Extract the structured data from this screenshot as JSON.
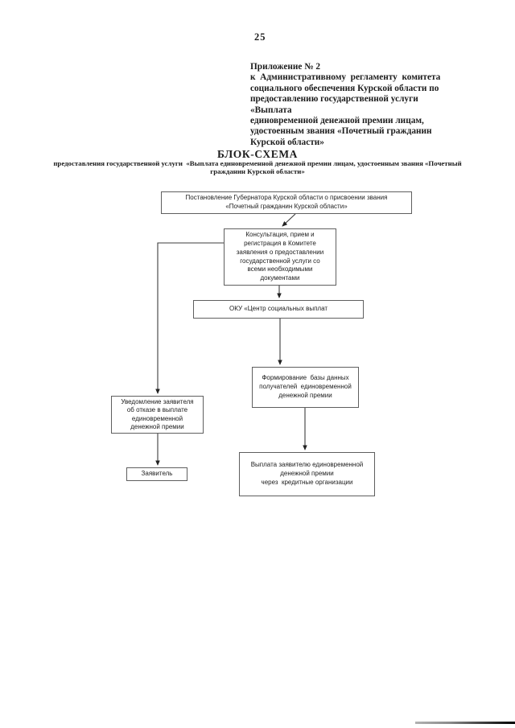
{
  "page": {
    "number": "25"
  },
  "appendix": {
    "text": "Приложение № 2\nк  Административному  регламенту  комитета\nсоциального обеспечения Курской области по\nпредоставлению государственной услуги «Выплата\nединовременной денежной премии лицам,\nудостоенным звания «Почетный гражданин\nКурской области»"
  },
  "title": "БЛОК-СХЕМА",
  "subtitle": "предоставления государственной услуги  «Выплата единовременной денежной премии лицам, удостоенным звания «Почетный\nгражданин Курской области»",
  "flowchart": {
    "nodes": {
      "resolution": "Постановление Губернатора Курской области о присвоении звания\n«Почетный гражданин Курской области»",
      "consultation": "Консультация, прием и\nрегистрация в Комитете\nзаявления о предоставлении\nгосударственной услуги со\nвсеми необходимыми\nдокументами",
      "oku": "ОКУ «Центр социальных выплат",
      "database": "Формирование  базы данных\nполучателей  единовременной\nденежной премии",
      "notice": "Уведомление заявителя\nоб отказе в выплате\nединовременной\nденежной премии",
      "applicant": "Заявитель",
      "payment": "Выплата заявителю единовременной\nденежной премии\nчерез  кредитные организации"
    }
  },
  "colors": {
    "border": "#5f5f5f",
    "ink": "#1c1c1c",
    "line": "#3c3c3c",
    "paper": "#ffffff"
  }
}
